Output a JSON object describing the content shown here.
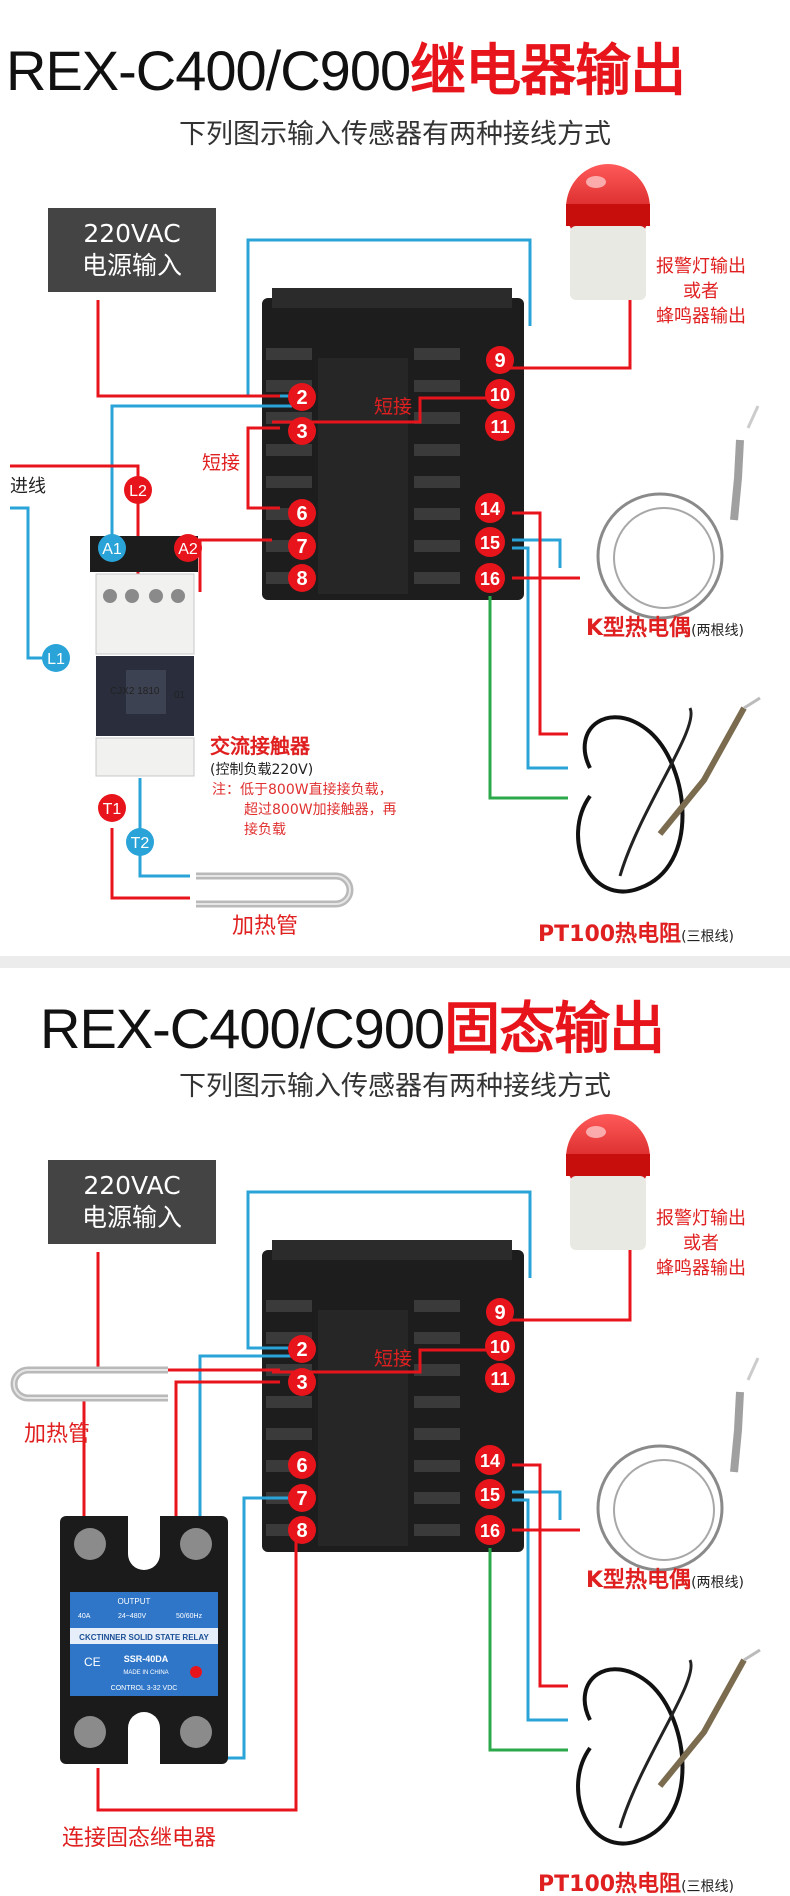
{
  "colors": {
    "red": "#e8141b",
    "blue": "#2aa4d8",
    "green": "#2ba84a",
    "dark": "#444444"
  },
  "panel1": {
    "title_main": "REX-C400/C900",
    "title_accent": "继电器输出",
    "subtitle": "下列图示输入传感器有两种接线方式",
    "psu_line1": "220VAC",
    "psu_line2": "电源输入",
    "alarm_line1": "报警灯输出",
    "alarm_line2": "或者",
    "alarm_line3": "蜂鸣器输出",
    "short_label_right": "短接",
    "short_label_left": "短接",
    "incoming": "进线",
    "k_label": "K型热电偶",
    "k_sub": "(两根线)",
    "pt_label": "PT100热电阻",
    "pt_sub": "(三根线)",
    "contactor_label": "交流接触器",
    "contactor_sub": "(控制负载220V)",
    "note_line1": "注：低于800W直接接负载，",
    "note_line2": "超过800W加接触器，再",
    "note_line3": "接负载",
    "heater_label": "加热管",
    "contactor_model": "CJX2 1810",
    "contactor_code": "01",
    "markers": {
      "a1": "A1",
      "a2": "A2",
      "l1": "L1",
      "l2": "L2",
      "t1": "T1",
      "t2": "T2"
    },
    "terminals": {
      "t2": "2",
      "t3": "3",
      "t6": "6",
      "t7": "7",
      "t8": "8",
      "t9": "9",
      "t10": "10",
      "t11": "11",
      "t14": "14",
      "t15": "15",
      "t16": "16"
    }
  },
  "panel2": {
    "title_main": "REX-C400/C900",
    "title_accent": "固态输出",
    "subtitle": "下列图示输入传感器有两种接线方式",
    "psu_line1": "220VAC",
    "psu_line2": "电源输入",
    "alarm_line1": "报警灯输出",
    "alarm_line2": "或者",
    "alarm_line3": "蜂鸣器输出",
    "short_label": "短接",
    "heater_label": "加热管",
    "k_label": "K型热电偶",
    "k_sub": "(两根线)",
    "pt_label": "PT100热电阻",
    "pt_sub": "(三根线)",
    "ssr_connect_label": "连接固态继电器",
    "ssr_output": "OUTPUT",
    "ssr_rating1": "40A",
    "ssr_rating2": "24~480V",
    "ssr_rating3": "50/60Hz",
    "ssr_brand": "CKCTINNER SOLID STATE RELAY",
    "ssr_model": "SSR-40DA",
    "ssr_made": "MADE IN CHINA",
    "ssr_control": "CONTROL 3-32 VDC",
    "ssr_ce": "CE",
    "terminals": {
      "t2": "2",
      "t3": "3",
      "t6": "6",
      "t7": "7",
      "t8": "8",
      "t9": "9",
      "t10": "10",
      "t11": "11",
      "t14": "14",
      "t15": "15",
      "t16": "16"
    }
  }
}
